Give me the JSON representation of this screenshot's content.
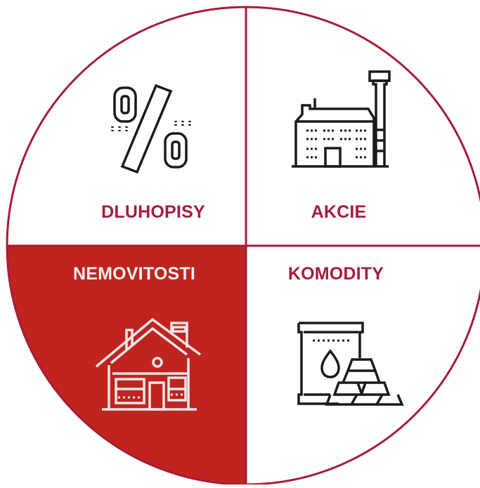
{
  "colors": {
    "accent": "#A61C3C",
    "highlight_fill": "#C0241F",
    "background": "#FFFFFF",
    "icon_dark": "#1A1A1A",
    "icon_light": "#E8E8E8",
    "label_light": "#F0F0F0"
  },
  "quadrants": {
    "top_left": {
      "label": "DLUHOPISY",
      "icon": "percent-icon"
    },
    "top_right": {
      "label": "AKCIE",
      "icon": "factory-icon"
    },
    "bottom_left": {
      "label": "NEMOVITOSTI",
      "icon": "house-icon",
      "highlighted": true
    },
    "bottom_right": {
      "label": "KOMODITY",
      "icon": "barrel-gold-bars-icon"
    }
  }
}
